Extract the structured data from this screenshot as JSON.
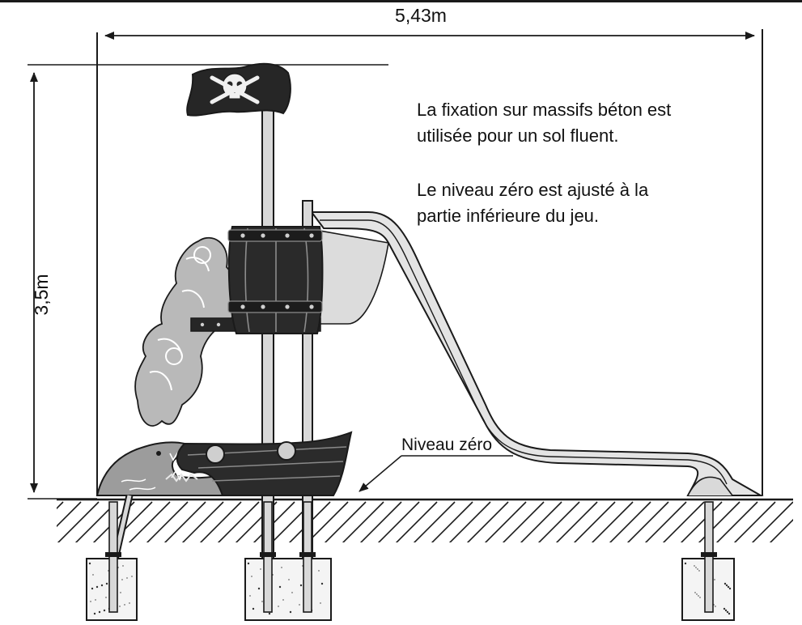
{
  "dimensions": {
    "width": "5,43m",
    "height": "3,5m"
  },
  "notes": {
    "fixation": [
      "La fixation sur  massifs béton est",
      "utilisée pour un sol fluent."
    ],
    "niveau": [
      "Le niveau zéro est ajusté à la",
      "partie inférieure du jeu."
    ]
  },
  "ground_label": "Niveau zéro",
  "colors": {
    "line": "#1a1a1a",
    "dark_panel": "#262626",
    "slide": "#e4e4e4",
    "climber": "#b9b9b9",
    "shark": "#9c9c9c",
    "concrete": "#f4f4f4"
  }
}
